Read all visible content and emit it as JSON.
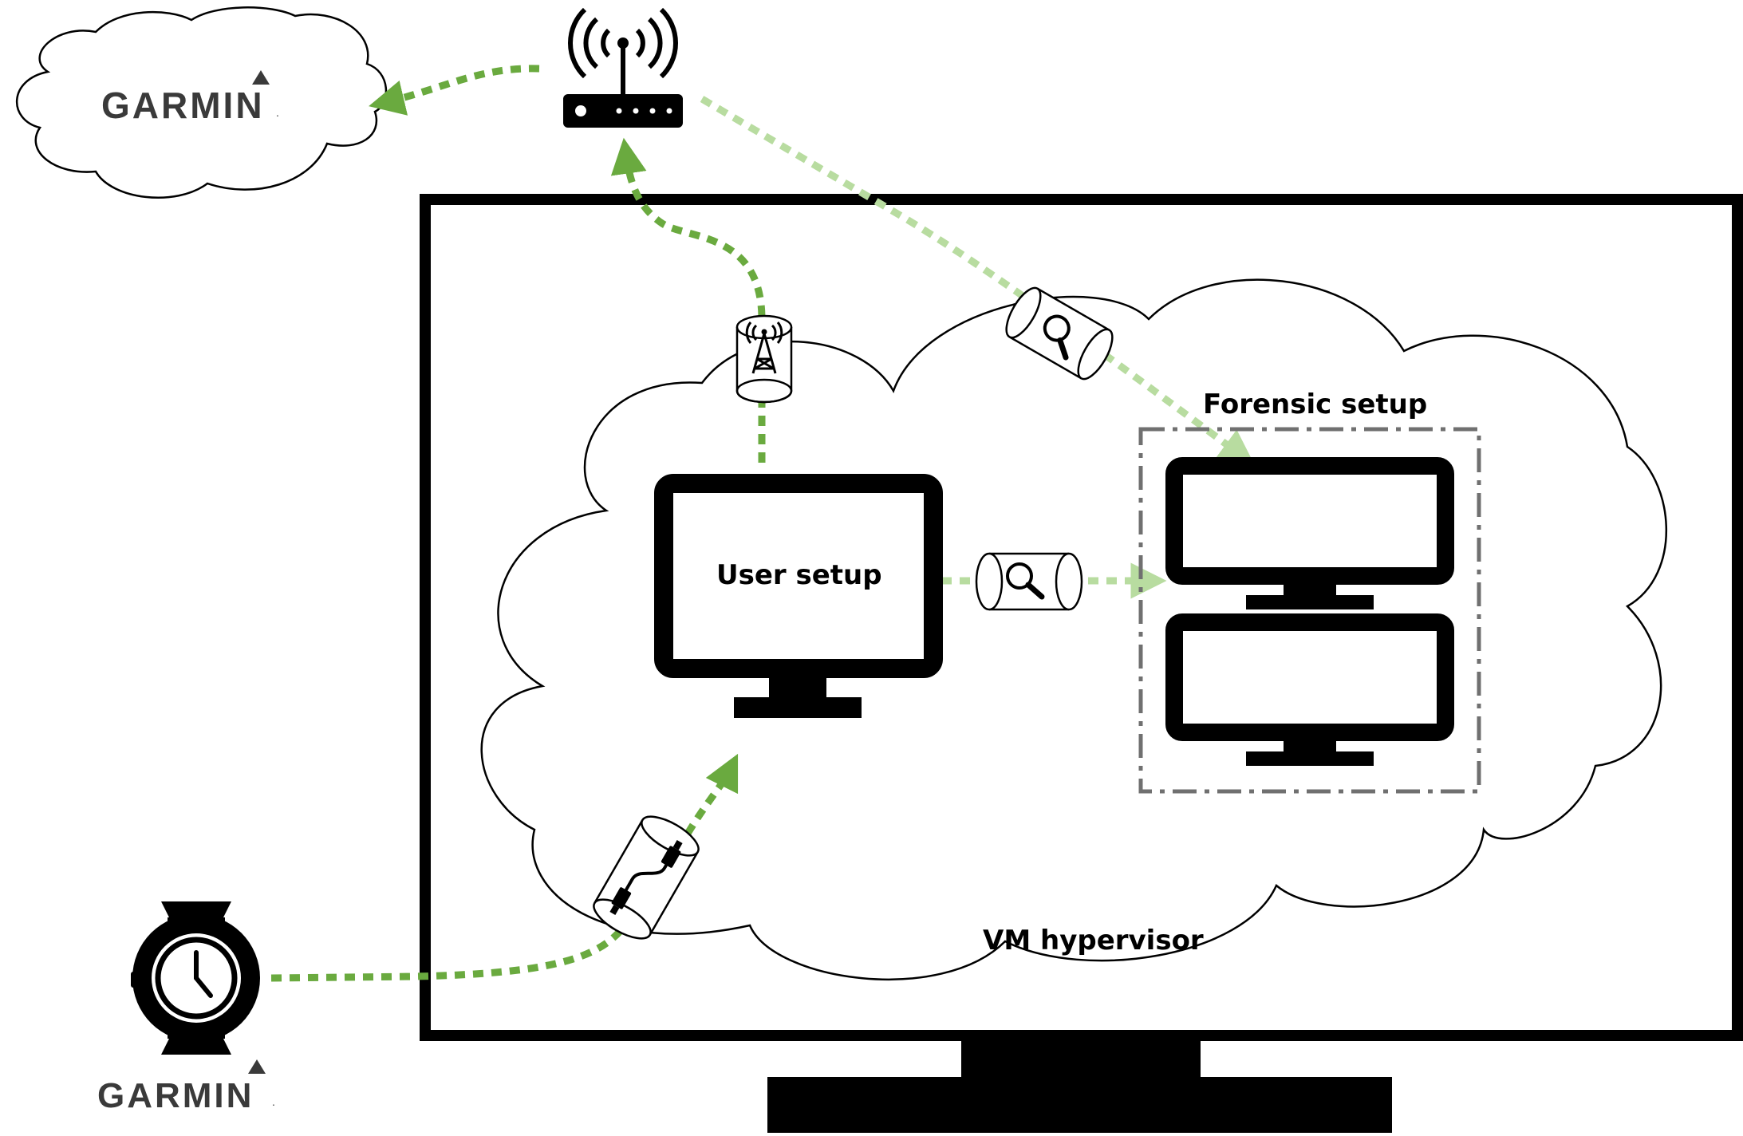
{
  "labels": {
    "user_setup": "User setup",
    "forensic_setup": "Forensic setup",
    "vm_hypervisor": "VM hypervisor",
    "garmin_cloud_brand": "GARMIN",
    "garmin_watch_brand": "GARMIN",
    "trademark": "."
  },
  "nodes": [
    {
      "id": "garmin-cloud",
      "kind": "cloud",
      "label": "GARMIN"
    },
    {
      "id": "wifi-router",
      "kind": "router-icon"
    },
    {
      "id": "cellular-capture",
      "kind": "cell-tower-icon"
    },
    {
      "id": "network-capture",
      "kind": "magnifier-icon"
    },
    {
      "id": "user-setup",
      "kind": "monitor",
      "label": "User setup"
    },
    {
      "id": "forensic-setup",
      "kind": "dual-monitor-group",
      "label": "Forensic setup"
    },
    {
      "id": "usb-capture",
      "kind": "usb-cable-icon"
    },
    {
      "id": "garmin-watch",
      "kind": "watch-icon",
      "label": "GARMIN"
    },
    {
      "id": "vm-hypervisor",
      "kind": "cloud",
      "label": "VM hypervisor"
    }
  ],
  "edges": [
    {
      "from": "wifi-router",
      "to": "garmin-cloud",
      "style": "dotted-arrow"
    },
    {
      "from": "user-setup",
      "to": "wifi-router",
      "via": "cellular-capture",
      "style": "dotted-arrow"
    },
    {
      "from": "wifi-router",
      "to": "forensic-setup",
      "via": "network-capture",
      "style": "dotted-arrow-light"
    },
    {
      "from": "user-setup",
      "to": "forensic-setup",
      "via": "network-capture",
      "style": "dotted-arrow-light"
    },
    {
      "from": "garmin-watch",
      "to": "user-setup",
      "via": "usb-capture",
      "style": "dotted-arrow"
    }
  ],
  "colors": {
    "arrow_dark": "#6aaa3f",
    "arrow_light": "#b8dca0",
    "outline": "#000000",
    "dashed_box": "#707070",
    "brand_text": "#3a3a3a"
  }
}
